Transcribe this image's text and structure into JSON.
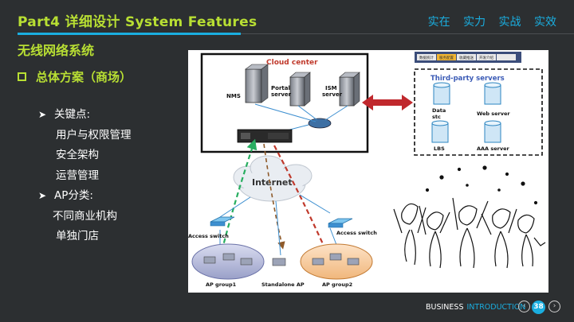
{
  "header": {
    "title": "Part4 详细设计 System Features",
    "slogan": [
      "实在",
      "实力",
      "实战",
      "实效"
    ]
  },
  "subtitle": "无线网络系统",
  "section_title": "总体方案（商场）",
  "bullets": {
    "key_points_label": "关键点:",
    "key_points": [
      "用户与权限管理",
      "安全架构",
      "运营管理"
    ],
    "ap_label": "AP分类:",
    "ap_items": [
      "不同商业机构",
      "单独门店"
    ]
  },
  "diagram": {
    "cloud_center": "Cloud center",
    "third_party": "Third-party servers",
    "nms": "NMS",
    "portal": "Portal",
    "portal2": "server",
    "ism": "ISM",
    "ism2": "server",
    "data": "Data",
    "data2": "stc",
    "web": "Web server",
    "lbs": "LBS",
    "aaa": "AAA server",
    "internet": "Internet",
    "access_switch_left": "Access switch",
    "access_switch_right": "Access switch",
    "ap_group1": "AP group1",
    "standalone": "Standalone AP",
    "ap_group2": "AP group2",
    "tabs": [
      "数据统计",
      "服务配置",
      "收藏推送",
      "开发介绍",
      ""
    ]
  },
  "footer": {
    "business": "BUSINESS",
    "introduction": "INTRODUCTION",
    "page": "38",
    "prev_icon": "chevron-left-icon",
    "next_icon": "chevron-right-icon"
  },
  "colors": {
    "accent_green": "#b8df33",
    "accent_blue": "#1aaee0",
    "background": "#2c2f31"
  }
}
